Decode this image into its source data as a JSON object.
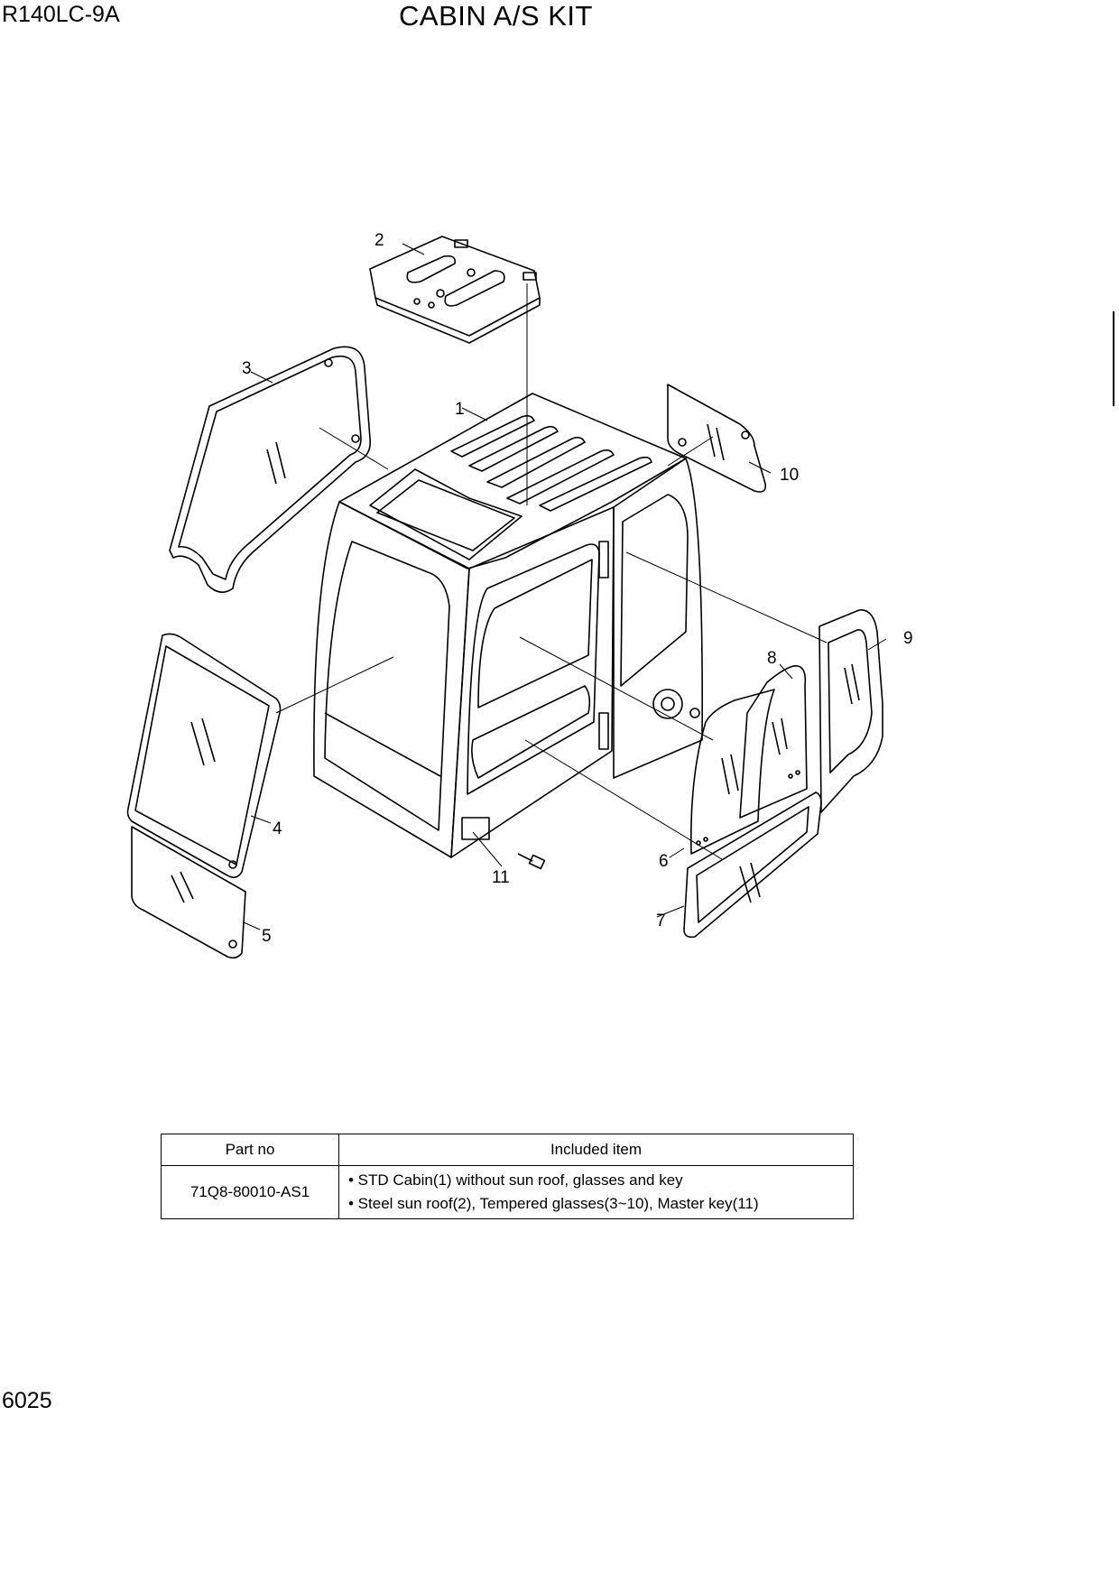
{
  "header": {
    "model": "R140LC-9A",
    "title": "CABIN A/S KIT"
  },
  "callouts": [
    "1",
    "2",
    "3",
    "4",
    "5",
    "6",
    "7",
    "8",
    "9",
    "10",
    "11"
  ],
  "table": {
    "headers": [
      "Part no",
      "Included item"
    ],
    "rows": [
      {
        "part_no": "71Q8-80010-AS1",
        "items": [
          "• STD Cabin(1) without sun roof, glasses and key",
          "• Steel sun roof(2), Tempered glasses(3~10), Master key(11)"
        ]
      }
    ]
  },
  "footer": {
    "page_number": "6025"
  }
}
